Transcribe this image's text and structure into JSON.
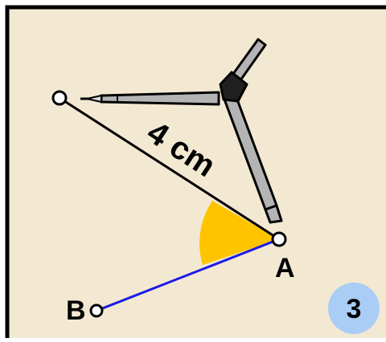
{
  "diagram": {
    "measurement_label": "4 cm",
    "points": {
      "a_label": "A",
      "b_label": "B"
    },
    "step_number": "3"
  },
  "colors": {
    "background": "#f3e8d2",
    "frame": "#000000",
    "segment_ab": "#1a1ae6",
    "arc_line": "#000000",
    "angle_fill": "#ffc400",
    "compass_metal": "#b4b4b4",
    "compass_hinge": "#202020",
    "step_badge": "#a9cdf4"
  },
  "icons": {
    "compass": "compass-tool-icon",
    "angle": "angle-sector-icon"
  }
}
